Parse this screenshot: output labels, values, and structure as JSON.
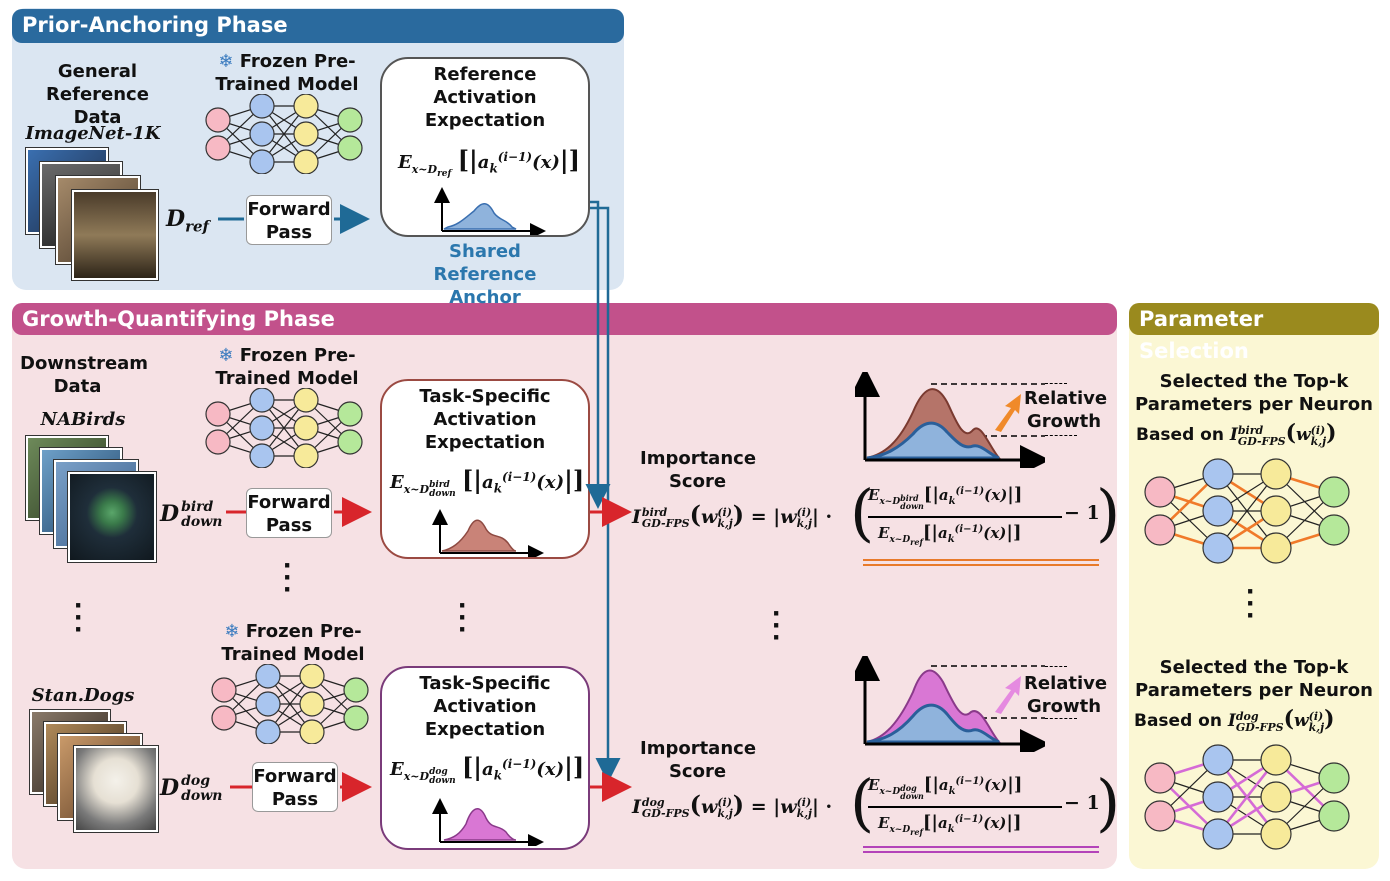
{
  "phases": {
    "prior": {
      "title": "Prior-Anchoring Phase",
      "color": "#2a6a9e"
    },
    "growth": {
      "title": "Growth-Quantifying Phase",
      "color": "#c2518b"
    },
    "selection": {
      "title": "Parameter Selection",
      "color": "#9a8a1e"
    }
  },
  "prior": {
    "data_label": "General Reference Data",
    "dataset": "ImageNet-1K",
    "d_ref": "D",
    "d_ref_sub": "ref",
    "model_label": "Frozen Pre-Trained Model",
    "snowflake": "❄",
    "forward": "Forward Pass",
    "card_title": "Reference Activation Expectation",
    "anchor": "Shared Reference Anchor"
  },
  "growth": {
    "data_label": "Downstream Data",
    "datasets": [
      "NABirds",
      "Stan.Dogs"
    ],
    "model_label": "Frozen Pre-Trained Model",
    "snowflake": "❄",
    "forward": "Forward Pass",
    "card_title": "Task-Specific Activation Expectation",
    "d_down": "D",
    "sup_bird": "bird",
    "sup_dog": "dog",
    "sub_down": "down",
    "score_label": "Importance Score",
    "relative": "Relative Growth"
  },
  "selection": {
    "line1": "Selected the Top-k",
    "line2": "Parameters per Neuron",
    "based_on": "Based on",
    "sup_bird": "bird",
    "sup_dog": "dog",
    "sub": "GD-FPS"
  },
  "math": {
    "E": "E",
    "x_ref": "x~D",
    "ref": "ref",
    "a": "a",
    "a_sup": "(i−1)",
    "a_sub": "k",
    "I": "I",
    "w": "w",
    "w_sup": "(i)",
    "w_sub": "k,j",
    "minus_one": "− 1",
    "x_arg": "(x)"
  },
  "colors": {
    "neuron_pink": "#f7b9c4",
    "neuron_blue": "#a9c5ef",
    "neuron_yellow": "#f7ea9a",
    "neuron_green": "#b5e89a",
    "arrow_blue": "#1f6a96",
    "arrow_red": "#d8252b",
    "bird_fill": "#c98378",
    "dog_fill": "#d977d4",
    "ref_fill": "#8fb3dc"
  }
}
